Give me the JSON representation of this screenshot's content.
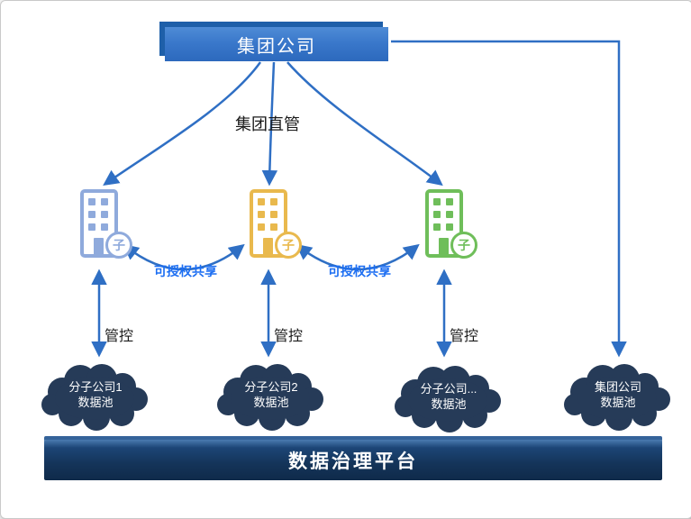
{
  "diagram": {
    "title_box": "集团公司",
    "direct_manage_label": "集团直管",
    "share_labels": [
      "可授权共享",
      "可授权共享"
    ],
    "control_labels": [
      "管控",
      "管控",
      "管控"
    ],
    "badge": "子",
    "subsidiaries": [
      {
        "name": "subsidiary-blue",
        "color": "#8FAADC"
      },
      {
        "name": "subsidiary-yellow",
        "color": "#E9B94D"
      },
      {
        "name": "subsidiary-green",
        "color": "#6FBE5A"
      }
    ],
    "clouds": [
      {
        "line1": "分子公司1",
        "line2": "数据池"
      },
      {
        "line1": "分子公司2",
        "line2": "数据池"
      },
      {
        "line1": "分子公司...",
        "line2": "数据池"
      },
      {
        "line1": "集团公司",
        "line2": "数据池"
      }
    ],
    "platform_label": "数据治理平台",
    "colors": {
      "arrow": "#2F6FC4",
      "share_text": "#1C6EF2",
      "top_box": "#2C69BD",
      "cloud": "#263B58",
      "platform": "#143459"
    }
  }
}
